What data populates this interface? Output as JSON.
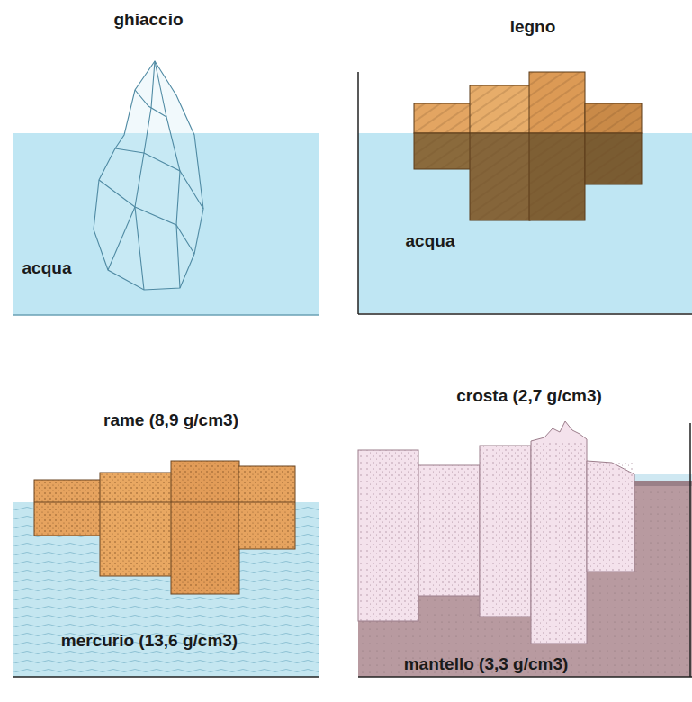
{
  "diagram": {
    "labels": [
      "ghiaccio",
      "legno",
      "acqua",
      "acqua",
      "rame (8,9 g/cm3)",
      "crosta (2,7 g/cm3)",
      "mercurio (13,6 g/cm3)",
      "mantello (3,3 g/cm3)"
    ]
  }
}
